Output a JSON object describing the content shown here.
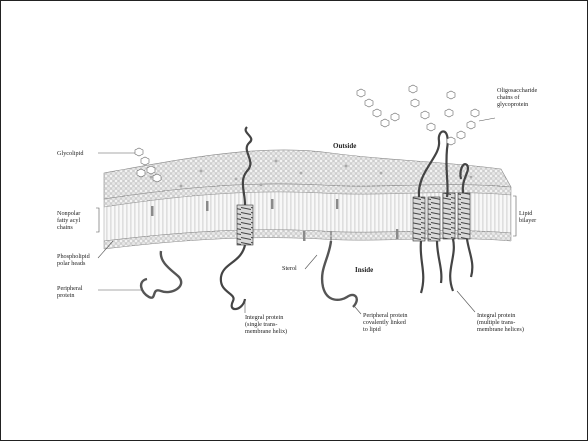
{
  "labels": {
    "glycolipid": "Glycolipid",
    "nonpolar_chains": "Nonpolar\nfatty acyl\nchains",
    "phospholipid_heads": "Phospholipid\npolar heads",
    "peripheral_protein": "Peripheral\nprotein",
    "integral_single": "Integral protein\n(single trans-\nmembrane helix)",
    "sterol": "Sterol",
    "peripheral_covalent": "Peripheral protein\ncovalently linked\nto lipid",
    "integral_multiple": "Integral protein\n(multiple trans-\nmembrane helices)",
    "lipid_bilayer": "Lipid\nbilayer",
    "oligosaccharide": "Oligosaccharide\nchains of\nglycoprotein",
    "outside": "Outside",
    "inside": "Inside"
  }
}
